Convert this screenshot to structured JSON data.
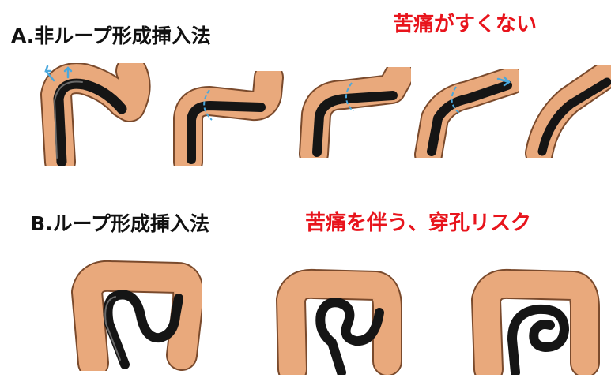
{
  "section_a": {
    "heading": "A.非ループ形成挿入法",
    "note": "苦痛がすくない",
    "panel_count": 5
  },
  "section_b": {
    "heading": "B.ループ形成挿入法",
    "note": "苦痛を伴う、穿孔リスク",
    "panel_count": 3
  },
  "colors": {
    "note": "#e8141c",
    "heading": "#111111",
    "colon": "#e9a97c",
    "scope": "#151515",
    "arrow": "#4aa8dd"
  },
  "icons": [
    "colon-illustration",
    "endoscope-illustration",
    "motion-arrow-icon"
  ]
}
